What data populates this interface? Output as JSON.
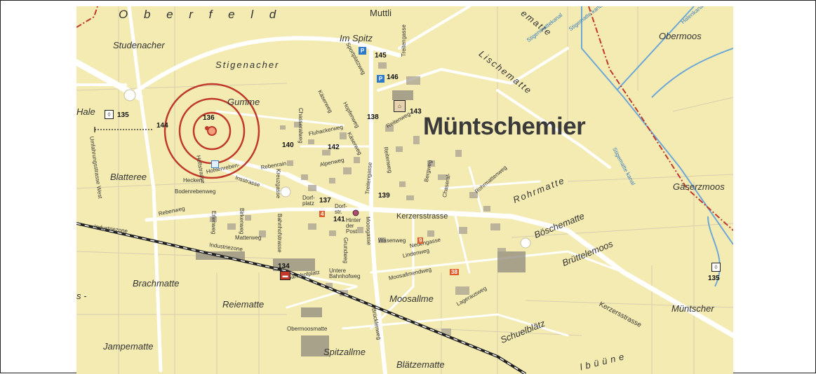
{
  "map": {
    "title": "Müntschemier",
    "regions": [
      {
        "id": "oberfeld",
        "text": "O b e r f e l d"
      },
      {
        "id": "muttli",
        "text": "Muttli"
      },
      {
        "id": "studenacher",
        "text": "Studenacher"
      },
      {
        "id": "im-spitz",
        "text": "Im Spitz"
      },
      {
        "id": "stigenacher",
        "text": "Stigenacher"
      },
      {
        "id": "gumme",
        "text": "Gumme"
      },
      {
        "id": "lischematte",
        "text": "Lischematte"
      },
      {
        "id": "ematte-top",
        "text": "ematte"
      },
      {
        "id": "obermoos",
        "text": "Obermoos"
      },
      {
        "id": "hale",
        "text": "Hale"
      },
      {
        "id": "blatteree",
        "text": "Blatteree"
      },
      {
        "id": "rohrmatte",
        "text": "Rohrmatte"
      },
      {
        "id": "gaeserzmoos",
        "text": "Gäserzmoos"
      },
      {
        "id": "boeschematte",
        "text": "Böschematte"
      },
      {
        "id": "bruettelemoos",
        "text": "Brüttelemoos"
      },
      {
        "id": "brachmatte",
        "text": "Brachmatte"
      },
      {
        "id": "reiematte",
        "text": "Reiematte"
      },
      {
        "id": "moosallme",
        "text": "Moosallme"
      },
      {
        "id": "schuelblaetz",
        "text": "Schuelblätz"
      },
      {
        "id": "muentscher",
        "text": "Müntscher"
      },
      {
        "id": "jampematte",
        "text": "Jampematte"
      },
      {
        "id": "spitzallme",
        "text": "Spitzallme"
      },
      {
        "id": "blaetzematte",
        "text": "Blätzematte"
      },
      {
        "id": "buuene",
        "text": "lbüüne"
      },
      {
        "id": "s-edge",
        "text": "s -"
      }
    ],
    "streets": [
      {
        "id": "sportplatzweg",
        "text": "Sportplatzweg"
      },
      {
        "id": "treitengasse-top",
        "text": "Treitengasse"
      },
      {
        "id": "kaeserweg",
        "text": "Käserweg"
      },
      {
        "id": "hopfenweg",
        "text": "Hopfenweg"
      },
      {
        "id": "reitenweg",
        "text": "Reitenweg"
      },
      {
        "id": "chasseralweg",
        "text": "Chasseralweg"
      },
      {
        "id": "fluhackerweg",
        "text": "Fluhackerweg"
      },
      {
        "id": "alpenweg",
        "text": "Alpenweg"
      },
      {
        "id": "kaeserweg2",
        "text": "Käserweg"
      },
      {
        "id": "treitengasse",
        "text": "Treitengasse"
      },
      {
        "id": "reitenweg2",
        "text": "Reitenweg"
      },
      {
        "id": "heckenweg",
        "text": "Hecken"
      },
      {
        "id": "hofstrasse",
        "text": "Hoftstrasse"
      },
      {
        "id": "hohlenrebenweg",
        "text": "Hohlenreben-"
      },
      {
        "id": "rebenrain",
        "text": "Rebenrain"
      },
      {
        "id": "kreuzgasse",
        "text": "Kreuzgasse"
      },
      {
        "id": "insstrasse",
        "text": "Insstrasse"
      },
      {
        "id": "bodenrebenweg",
        "text": "Bodenrebenweg"
      },
      {
        "id": "umfahrungsstrasse",
        "text": "Umfahrungsstrasse West"
      },
      {
        "id": "industriezone1",
        "text": "Industriezone"
      },
      {
        "id": "industriezone2",
        "text": "Industriezone"
      },
      {
        "id": "rebenweg",
        "text": "Rebenweg"
      },
      {
        "id": "dorfplatz",
        "text": "Dorf- platz"
      },
      {
        "id": "dorfstr",
        "text": "Dorf- str."
      },
      {
        "id": "hinterderpost",
        "text": "Hinter der Post"
      },
      {
        "id": "kerzersstrasse1",
        "text": "Kerzersstrasse"
      },
      {
        "id": "bergweg",
        "text": "Bergweg"
      },
      {
        "id": "chasseralstrasse",
        "text": "Chaseral-"
      },
      {
        "id": "rohrmattenweg",
        "text": "Rohrmattenweg"
      },
      {
        "id": "bahnhofstrasse",
        "text": "Bahnhofstrasse"
      },
      {
        "id": "matterweg",
        "text": "Matterweg"
      },
      {
        "id": "birkenweg",
        "text": "Birkenweg"
      },
      {
        "id": "erlenweg",
        "text": "Erlenweg"
      },
      {
        "id": "grundweg",
        "text": "Grundweg"
      },
      {
        "id": "wasenweg",
        "text": "Wasenweg"
      },
      {
        "id": "neuengasse",
        "text": "Neuengasse"
      },
      {
        "id": "lindenweg",
        "text": "Lindenweg"
      },
      {
        "id": "moosgasse",
        "text": "Moosgasse"
      },
      {
        "id": "bahnhofplatz",
        "text": "Bahnhofplatz"
      },
      {
        "id": "unterebahnhofweg",
        "text": "Untere Bahnhofweg"
      },
      {
        "id": "moosallmendweg",
        "text": "Moosallmendweg"
      },
      {
        "id": "lageraeusweg",
        "text": "Lagerausweg"
      },
      {
        "id": "kerzersstrasse2",
        "text": "Kerzersstrasse"
      },
      {
        "id": "obermoosmatte",
        "text": "Obermoosmatte"
      },
      {
        "id": "bruecklenweg",
        "text": "Brücklenweg"
      },
      {
        "id": "stigematte",
        "text": "Stigematte kanal"
      },
      {
        "id": "halenkanal",
        "text": "Halenkanal"
      },
      {
        "id": "stigenmattekanal2",
        "text": "Stigenmattekanal"
      },
      {
        "id": "stigematte-top",
        "text": "Stigematte kanal"
      }
    ],
    "numbers": [
      {
        "id": "n145",
        "text": "145"
      },
      {
        "id": "n146",
        "text": "146"
      },
      {
        "id": "n135a",
        "text": "135"
      },
      {
        "id": "n136",
        "text": "136"
      },
      {
        "id": "n144",
        "text": "144"
      },
      {
        "id": "n143",
        "text": "143"
      },
      {
        "id": "n138",
        "text": "138"
      },
      {
        "id": "n140",
        "text": "140"
      },
      {
        "id": "n142",
        "text": "142"
      },
      {
        "id": "n137",
        "text": "137"
      },
      {
        "id": "n139",
        "text": "139"
      },
      {
        "id": "n141",
        "text": "141"
      },
      {
        "id": "n134",
        "text": "134"
      },
      {
        "id": "n135b",
        "text": "135"
      },
      {
        "id": "n4",
        "text": "4"
      },
      {
        "id": "n9",
        "text": "9"
      },
      {
        "id": "n38",
        "text": "38"
      }
    ],
    "icons": {
      "parking": "P",
      "castle": "castle-icon",
      "forest": "forest-icon",
      "station": "station-icon"
    },
    "colors": {
      "background": "#f4ebb2",
      "road": "#ffffff",
      "rings": "#c0392b",
      "water": "#6fa8d6",
      "rail": "#222222",
      "border": "#c0392b"
    }
  }
}
